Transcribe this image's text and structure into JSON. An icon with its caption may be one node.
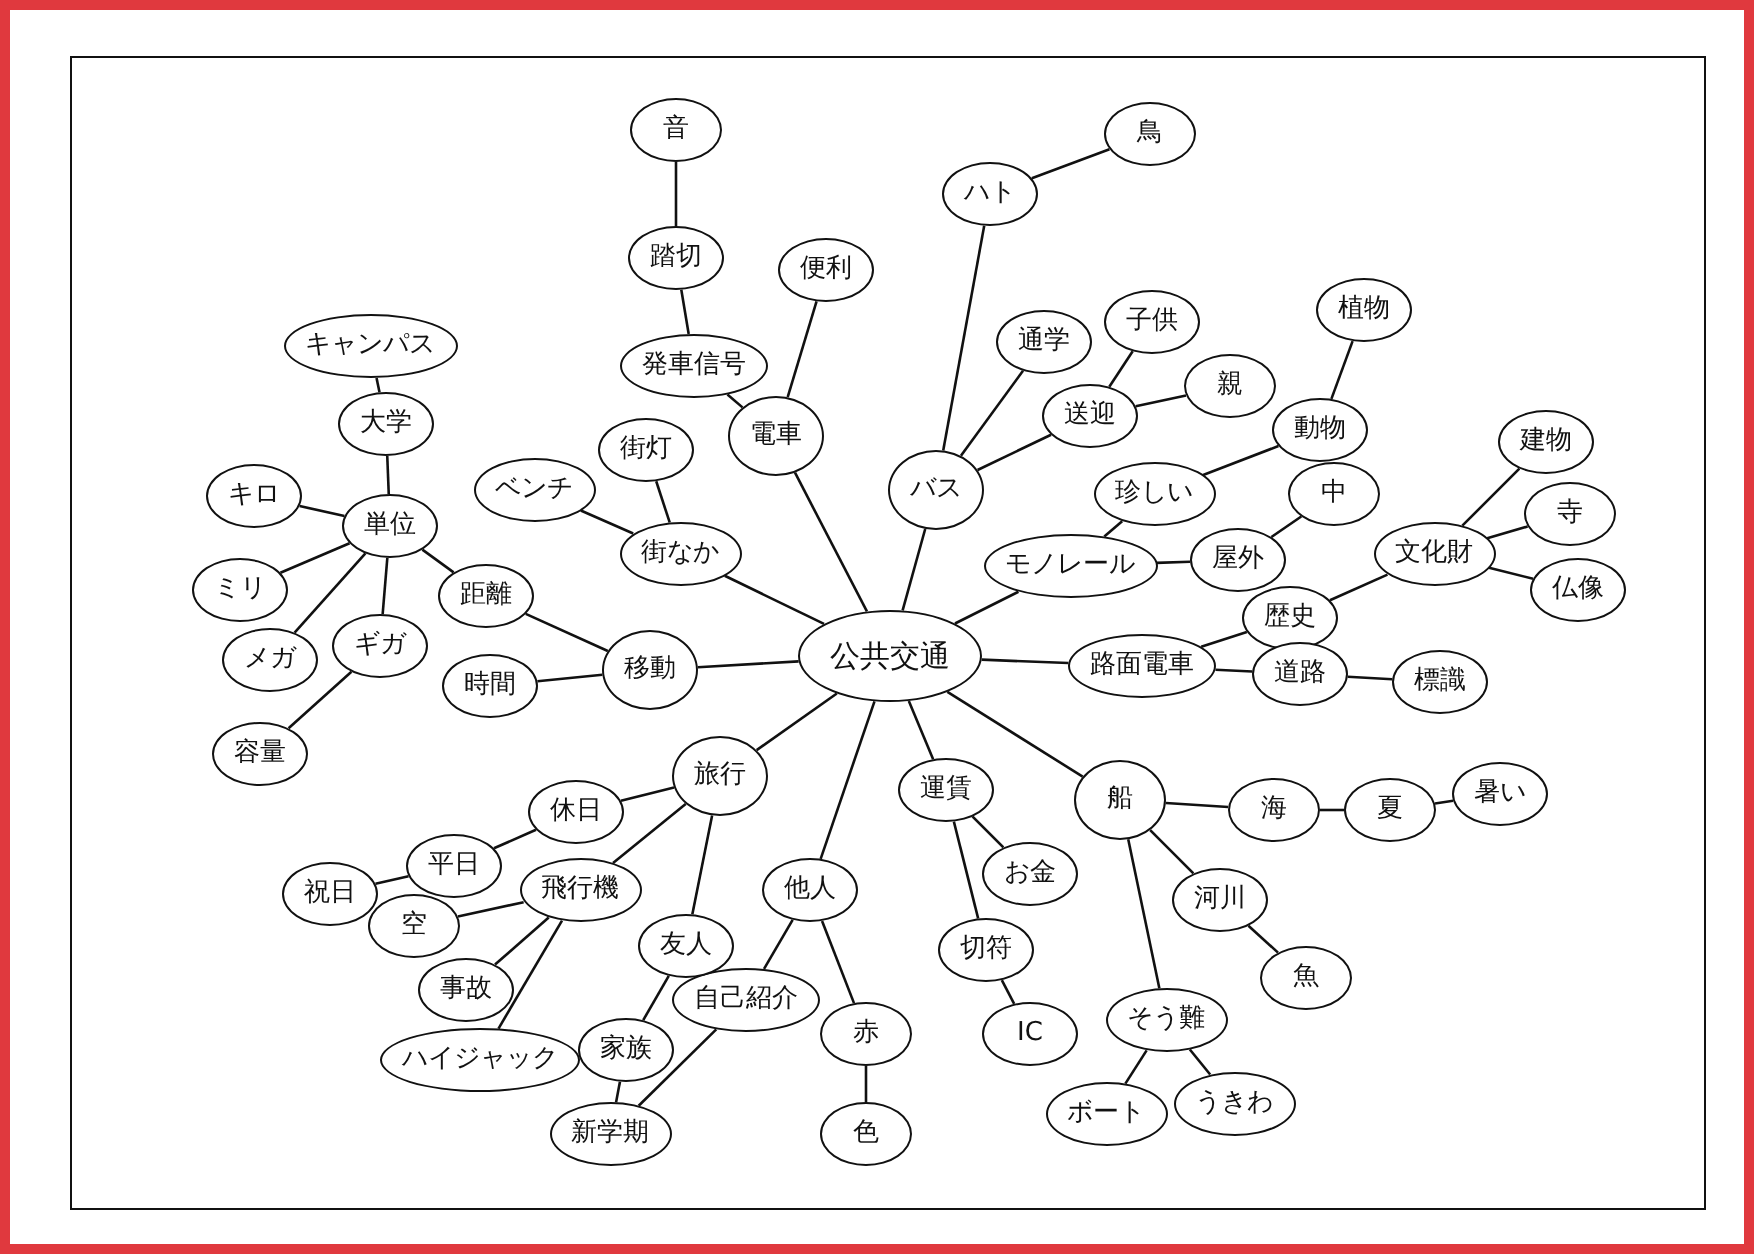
{
  "diagram": {
    "nodes": [
      {
        "text": [
          "公共交通"
        ]
      },
      {
        "text": [
          "電車"
        ]
      },
      {
        "text": [
          "便利"
        ]
      },
      {
        "text": [
          "発車信号"
        ]
      },
      {
        "text": [
          "踏切"
        ]
      },
      {
        "text": [
          "音"
        ]
      },
      {
        "text": [
          "街なか"
        ]
      },
      {
        "text": [
          "街灯"
        ]
      },
      {
        "text": [
          "ベンチ"
        ]
      },
      {
        "text": [
          "バス"
        ]
      },
      {
        "text": [
          "ハト"
        ]
      },
      {
        "text": [
          "鳥"
        ]
      },
      {
        "text": [
          "通学"
        ]
      },
      {
        "text": [
          "送迎"
        ]
      },
      {
        "text": [
          "子供"
        ]
      },
      {
        "text": [
          "親"
        ]
      },
      {
        "text": [
          "モノレール"
        ]
      },
      {
        "text": [
          "珍しい"
        ]
      },
      {
        "text": [
          "動物"
        ]
      },
      {
        "text": [
          "植物"
        ]
      },
      {
        "text": [
          "屋外"
        ]
      },
      {
        "text": [
          "中"
        ]
      },
      {
        "text": [
          "文化財"
        ]
      },
      {
        "text": [
          "建物"
        ]
      },
      {
        "text": [
          "寺"
        ]
      },
      {
        "text": [
          "仏像"
        ]
      },
      {
        "text": [
          "歴史"
        ]
      },
      {
        "text": [
          "路面電車"
        ]
      },
      {
        "text": [
          "道路"
        ]
      },
      {
        "text": [
          "標識"
        ]
      },
      {
        "text": [
          "運賃"
        ]
      },
      {
        "text": [
          "お金"
        ]
      },
      {
        "text": [
          "切符"
        ]
      },
      {
        "text": [
          "IC"
        ]
      },
      {
        "text": [
          "船"
        ]
      },
      {
        "text": [
          "海"
        ]
      },
      {
        "text": [
          "夏"
        ]
      },
      {
        "text": [
          "暑い"
        ]
      },
      {
        "text": [
          "河川"
        ]
      },
      {
        "text": [
          "魚"
        ]
      },
      {
        "text": [
          "そう難"
        ]
      },
      {
        "text": [
          "ボート"
        ]
      },
      {
        "text": [
          "うきわ"
        ]
      },
      {
        "text": [
          "他人"
        ]
      },
      {
        "text": [
          "自己紹介"
        ]
      },
      {
        "text": [
          "赤"
        ]
      },
      {
        "text": [
          "色"
        ]
      },
      {
        "text": [
          "旅行"
        ]
      },
      {
        "text": [
          "休日"
        ]
      },
      {
        "text": [
          "平日"
        ]
      },
      {
        "text": [
          "祝日"
        ]
      },
      {
        "text": [
          "飛行機"
        ]
      },
      {
        "text": [
          "空"
        ]
      },
      {
        "text": [
          "事故"
        ]
      },
      {
        "text": [
          "ハイジャック"
        ]
      },
      {
        "text": [
          "友人"
        ]
      },
      {
        "text": [
          "家族"
        ]
      },
      {
        "text": [
          "新学期"
        ]
      },
      {
        "text": [
          "移動"
        ]
      },
      {
        "text": [
          "時間"
        ]
      },
      {
        "text": [
          "距離"
        ]
      },
      {
        "text": [
          "単位"
        ]
      },
      {
        "text": [
          "大学"
        ]
      },
      {
        "text": [
          "キャンパス"
        ]
      },
      {
        "text": [
          "キロ"
        ]
      },
      {
        "text": [
          "ミリ"
        ]
      },
      {
        "text": [
          "メガ"
        ]
      },
      {
        "text": [
          "ギガ"
        ]
      },
      {
        "text": [
          "容量"
        ]
      }
    ],
    "edges": [
      {
        "from": 0,
        "to": 1,
        "arrow": "none"
      },
      {
        "from": 1,
        "to": 2,
        "arrow": "none"
      },
      {
        "from": 1,
        "to": 3,
        "arrow": "none"
      },
      {
        "from": 3,
        "to": 4,
        "arrow": "none"
      },
      {
        "from": 4,
        "to": 5,
        "arrow": "none"
      },
      {
        "from": 0,
        "to": 6,
        "arrow": "none"
      },
      {
        "from": 6,
        "to": 7,
        "arrow": "none"
      },
      {
        "from": 6,
        "to": 8,
        "arrow": "none"
      },
      {
        "from": 0,
        "to": 9,
        "arrow": "none"
      },
      {
        "from": 9,
        "to": 10,
        "arrow": "none"
      },
      {
        "from": 10,
        "to": 11,
        "arrow": "none"
      },
      {
        "from": 9,
        "to": 12,
        "arrow": "none"
      },
      {
        "from": 9,
        "to": 13,
        "arrow": "none"
      },
      {
        "from": 13,
        "to": 14,
        "arrow": "none"
      },
      {
        "from": 13,
        "to": 15,
        "arrow": "none"
      },
      {
        "from": 0,
        "to": 16,
        "arrow": "none"
      },
      {
        "from": 16,
        "to": 17,
        "arrow": "none"
      },
      {
        "from": 17,
        "to": 18,
        "arrow": "none"
      },
      {
        "from": 18,
        "to": 19,
        "arrow": "none"
      },
      {
        "from": 16,
        "to": 20,
        "arrow": "none"
      },
      {
        "from": 20,
        "to": 21,
        "arrow": "none"
      },
      {
        "from": 22,
        "to": 23,
        "arrow": "none"
      },
      {
        "from": 22,
        "to": 24,
        "arrow": "none"
      },
      {
        "from": 22,
        "to": 25,
        "arrow": "none"
      },
      {
        "from": 22,
        "to": 26,
        "arrow": "none"
      },
      {
        "from": 26,
        "to": 27,
        "arrow": "none"
      },
      {
        "from": 0,
        "to": 27,
        "arrow": "none"
      },
      {
        "from": 27,
        "to": 28,
        "arrow": "none"
      },
      {
        "from": 28,
        "to": 29,
        "arrow": "none"
      },
      {
        "from": 0,
        "to": 30,
        "arrow": "none"
      },
      {
        "from": 30,
        "to": 31,
        "arrow": "none"
      },
      {
        "from": 30,
        "to": 32,
        "arrow": "none"
      },
      {
        "from": 32,
        "to": 33,
        "arrow": "none"
      },
      {
        "from": 0,
        "to": 34,
        "arrow": "none"
      },
      {
        "from": 34,
        "to": 35,
        "arrow": "none"
      },
      {
        "from": 35,
        "to": 36,
        "arrow": "none"
      },
      {
        "from": 36,
        "to": 37,
        "arrow": "none"
      },
      {
        "from": 34,
        "to": 38,
        "arrow": "none"
      },
      {
        "from": 38,
        "to": 39,
        "arrow": "none"
      },
      {
        "from": 34,
        "to": 40,
        "arrow": "none"
      },
      {
        "from": 40,
        "to": 41,
        "arrow": "none"
      },
      {
        "from": 40,
        "to": 42,
        "arrow": "none"
      },
      {
        "from": 0,
        "to": 43,
        "arrow": "none"
      },
      {
        "from": 43,
        "to": 44,
        "arrow": "none"
      },
      {
        "from": 43,
        "to": 45,
        "arrow": "none"
      },
      {
        "from": 45,
        "to": 46,
        "arrow": "none"
      },
      {
        "from": 0,
        "to": 47,
        "arrow": "none"
      },
      {
        "from": 47,
        "to": 48,
        "arrow": "none"
      },
      {
        "from": 48,
        "to": 49,
        "arrow": "none"
      },
      {
        "from": 49,
        "to": 50,
        "arrow": "none"
      },
      {
        "from": 47,
        "to": 51,
        "arrow": "none"
      },
      {
        "from": 51,
        "to": 52,
        "arrow": "none"
      },
      {
        "from": 51,
        "to": 53,
        "arrow": "none"
      },
      {
        "from": 51,
        "to": 54,
        "arrow": "none"
      },
      {
        "from": 47,
        "to": 55,
        "arrow": "none"
      },
      {
        "from": 55,
        "to": 56,
        "arrow": "none"
      },
      {
        "from": 56,
        "to": 57,
        "arrow": "none"
      },
      {
        "from": 44,
        "to": 57,
        "arrow": "none"
      },
      {
        "from": 0,
        "to": 58,
        "arrow": "none"
      },
      {
        "from": 58,
        "to": 59,
        "arrow": "none"
      },
      {
        "from": 58,
        "to": 60,
        "arrow": "none"
      },
      {
        "from": 60,
        "to": 61,
        "arrow": "none"
      },
      {
        "from": 61,
        "to": 62,
        "arrow": "none"
      },
      {
        "from": 62,
        "to": 63,
        "arrow": "none"
      },
      {
        "from": 61,
        "to": 64,
        "arrow": "none"
      },
      {
        "from": 61,
        "to": 65,
        "arrow": "none"
      },
      {
        "from": 61,
        "to": 66,
        "arrow": "none"
      },
      {
        "from": 61,
        "to": 67,
        "arrow": "none"
      },
      {
        "from": 67,
        "to": 68,
        "arrow": "none"
      }
    ]
  }
}
